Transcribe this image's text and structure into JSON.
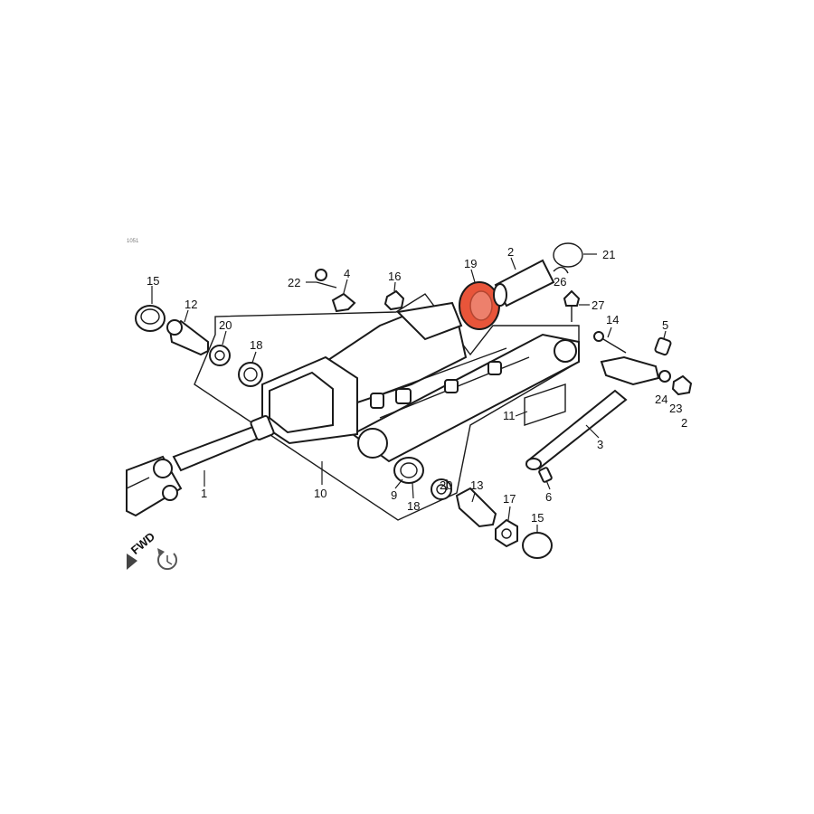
{
  "diagram": {
    "corner_code": "1051",
    "fwd_label": "FWD",
    "highlight_color": "#e8553a",
    "highlighted_part": "19",
    "callouts": [
      {
        "id": "c15a",
        "text": "15"
      },
      {
        "id": "c12",
        "text": "12"
      },
      {
        "id": "c20a",
        "text": "20"
      },
      {
        "id": "c18a",
        "text": "18"
      },
      {
        "id": "c22",
        "text": "22"
      },
      {
        "id": "c4",
        "text": "4"
      },
      {
        "id": "c16",
        "text": "16"
      },
      {
        "id": "c19",
        "text": "19"
      },
      {
        "id": "c2",
        "text": "2"
      },
      {
        "id": "c21",
        "text": "21"
      },
      {
        "id": "c26",
        "text": "26"
      },
      {
        "id": "c27",
        "text": "27"
      },
      {
        "id": "c14",
        "text": "14"
      },
      {
        "id": "c5",
        "text": "5"
      },
      {
        "id": "c24",
        "text": "24"
      },
      {
        "id": "c23",
        "text": "23"
      },
      {
        "id": "c2b",
        "text": "2"
      },
      {
        "id": "c11",
        "text": "11"
      },
      {
        "id": "c3",
        "text": "3"
      },
      {
        "id": "c1",
        "text": "1"
      },
      {
        "id": "c10",
        "text": "10"
      },
      {
        "id": "c9",
        "text": "9"
      },
      {
        "id": "c18b",
        "text": "18"
      },
      {
        "id": "c20b",
        "text": "20"
      },
      {
        "id": "c13",
        "text": "13"
      },
      {
        "id": "c17",
        "text": "17"
      },
      {
        "id": "c15b",
        "text": "15"
      },
      {
        "id": "c6",
        "text": "6"
      }
    ]
  }
}
